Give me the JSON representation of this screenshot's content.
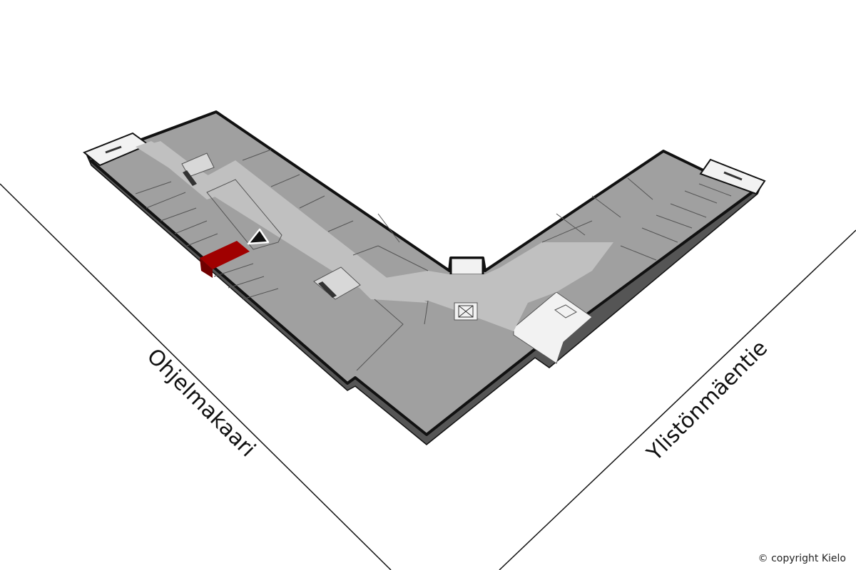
{
  "map": {
    "streets": [
      {
        "name": "Ohjelmakaari"
      },
      {
        "name": "Ylistönmäentie"
      }
    ],
    "copyright": "© copyright Kielo",
    "highlighted_room_color": "#a00000",
    "floor_color": "#a0a0a0",
    "corridor_color": "#c0c0c0",
    "marker_icon": "location-arrow-icon"
  }
}
